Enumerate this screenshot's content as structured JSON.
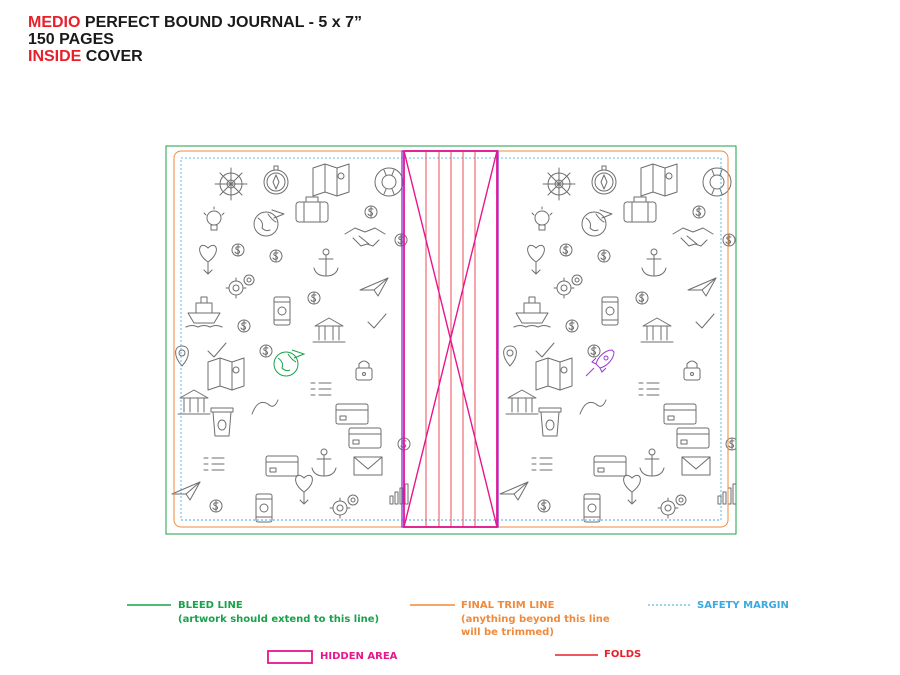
{
  "title": {
    "line1_highlight": "MEDIO",
    "line1_rest": " PERFECT BOUND JOURNAL - 5 x 7”",
    "line2": "150 PAGES",
    "line3_highlight": "INSIDE",
    "line3_rest": " COVER"
  },
  "colors": {
    "highlight": "#e8202a",
    "bleed": "#19a24a",
    "trim": "#f08a3c",
    "safety": "#3aa9e0",
    "hidden": "#e6168c",
    "folds": "#e8202a",
    "spine_outline": "#9b3bd6",
    "art_stroke": "#6e6e6e"
  },
  "icons": [
    "ship-wheel-icon",
    "compass-icon",
    "map-icon",
    "lifebuoy-icon",
    "lightbulb-icon",
    "globe-plane-icon",
    "suitcase-icon",
    "handshake-icon",
    "heart-balloon-icon",
    "anchor-icon",
    "paper-plane-icon",
    "cruise-ship-icon",
    "gears-icon",
    "phone-icon",
    "bank-icon",
    "location-pin-icon",
    "coffee-cup-icon",
    "rocket-icon",
    "credit-card-icon",
    "envelope-icon",
    "padlock-icon",
    "dollar-coin-icon",
    "bar-chart-icon"
  ],
  "legend": {
    "bleed_title": "BLEED LINE",
    "bleed_note": "(artwork should extend to this line)",
    "trim_title": "FINAL TRIM LINE",
    "trim_note_1": "(anything beyond this line",
    "trim_note_2": "will be trimmed)",
    "safety_title": "SAFETY MARGIN",
    "hidden_title": "HIDDEN AREA",
    "folds_title": "FOLDS"
  }
}
